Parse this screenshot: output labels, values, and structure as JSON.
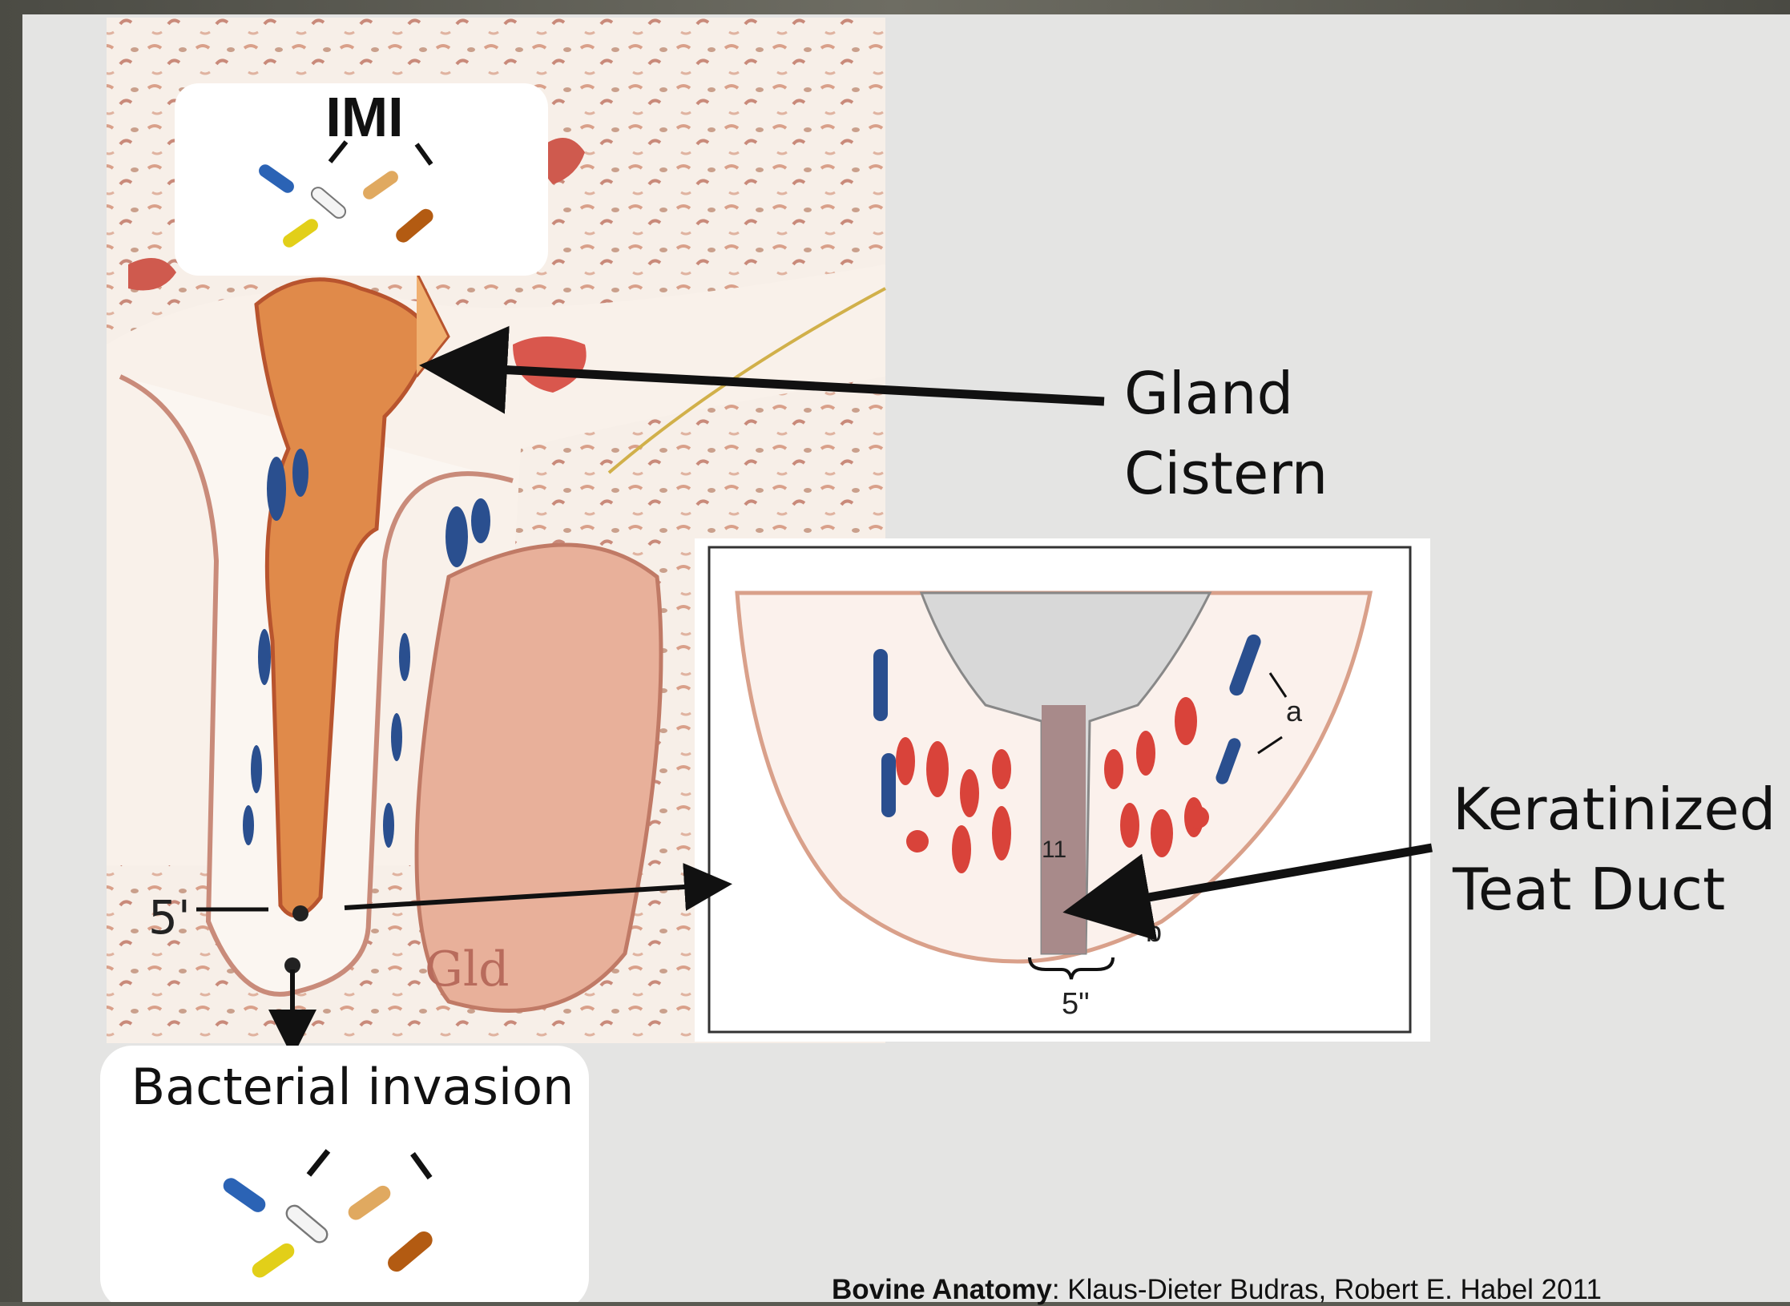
{
  "labels": {
    "imi": "IMI",
    "gland_cistern_line1": "Gland",
    "gland_cistern_line2": "Cistern",
    "keratinized_line1": "Keratinized",
    "keratinized_line2": "Teat Duct",
    "bacterial_invasion": "Bacterial invasion",
    "inset_a": "a",
    "inset_b": "b",
    "inset_11": "11",
    "inset_5dprime": "5\"",
    "teat_5prime": "5'",
    "gland_text": "Gld"
  },
  "credit": {
    "title": "Bovine Anatomy",
    "authors": ": Klaus-Dieter Budras, Robert E. Habel 2011"
  },
  "colors": {
    "background": "#e4e4e3",
    "tissue_red": "#c9423a",
    "vessel_blue": "#2a4f8f",
    "cistern_orange": "#e08a4a"
  },
  "icons": [
    "bacteria-cluster-icon"
  ]
}
